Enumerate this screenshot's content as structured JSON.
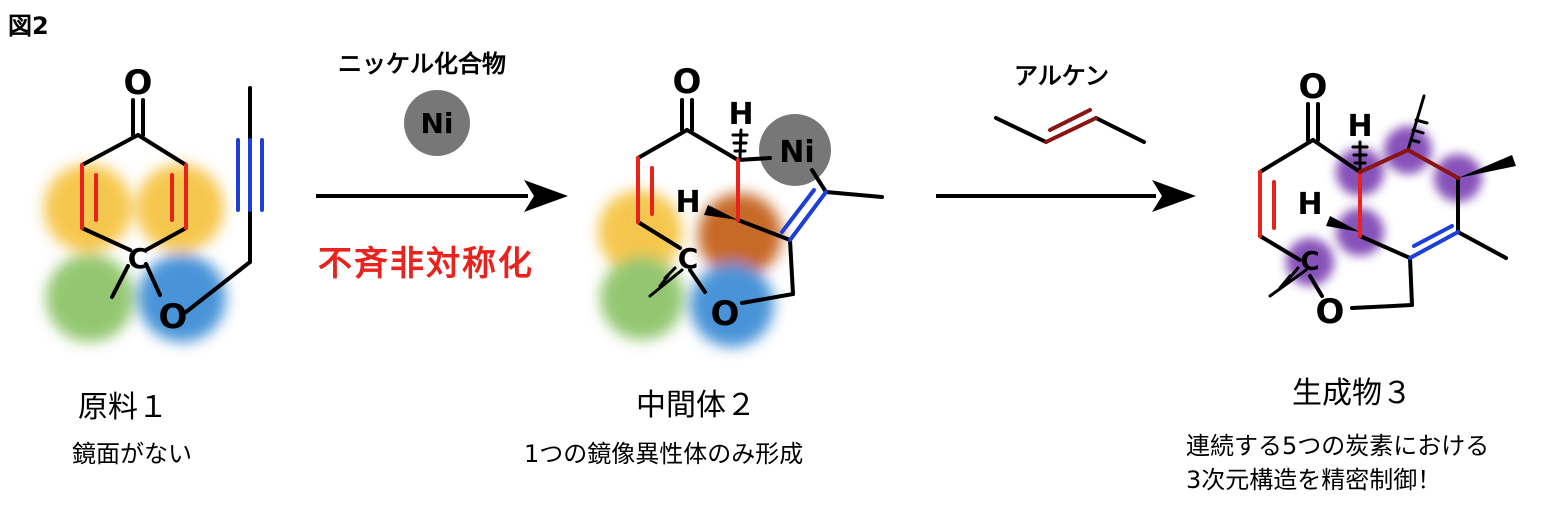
{
  "figure_title": "図2",
  "compounds": [
    {
      "label": "原料１",
      "description": "鏡面がない"
    },
    {
      "label": "中間体２",
      "description": "1つの鏡像異性体のみ形成"
    },
    {
      "label": "生成物３",
      "description_lines": [
        "連続する5つの炭素における",
        "3次元構造を精密制御！"
      ]
    }
  ],
  "step1": {
    "reagent": "ニッケル化合物",
    "catalyst_symbol": "Ni",
    "highlight": "不斉非対称化"
  },
  "step2": {
    "reagent": "アルケン"
  },
  "atoms": {
    "oxygen": "O",
    "carbon": "C",
    "hydrogen": "H",
    "nickel": "Ni"
  },
  "colors": {
    "yellow": "#f5c445",
    "green": "#8fc46a",
    "blue": "#3f8fd6",
    "brown": "#c5621e",
    "purple": "#7a3fb2",
    "red_bond": "#e8231e",
    "blue_bond": "#1e3fd6",
    "darkred_bond": "#8a1414",
    "ni_gray": "#777777",
    "highlight": "#e8231e"
  }
}
